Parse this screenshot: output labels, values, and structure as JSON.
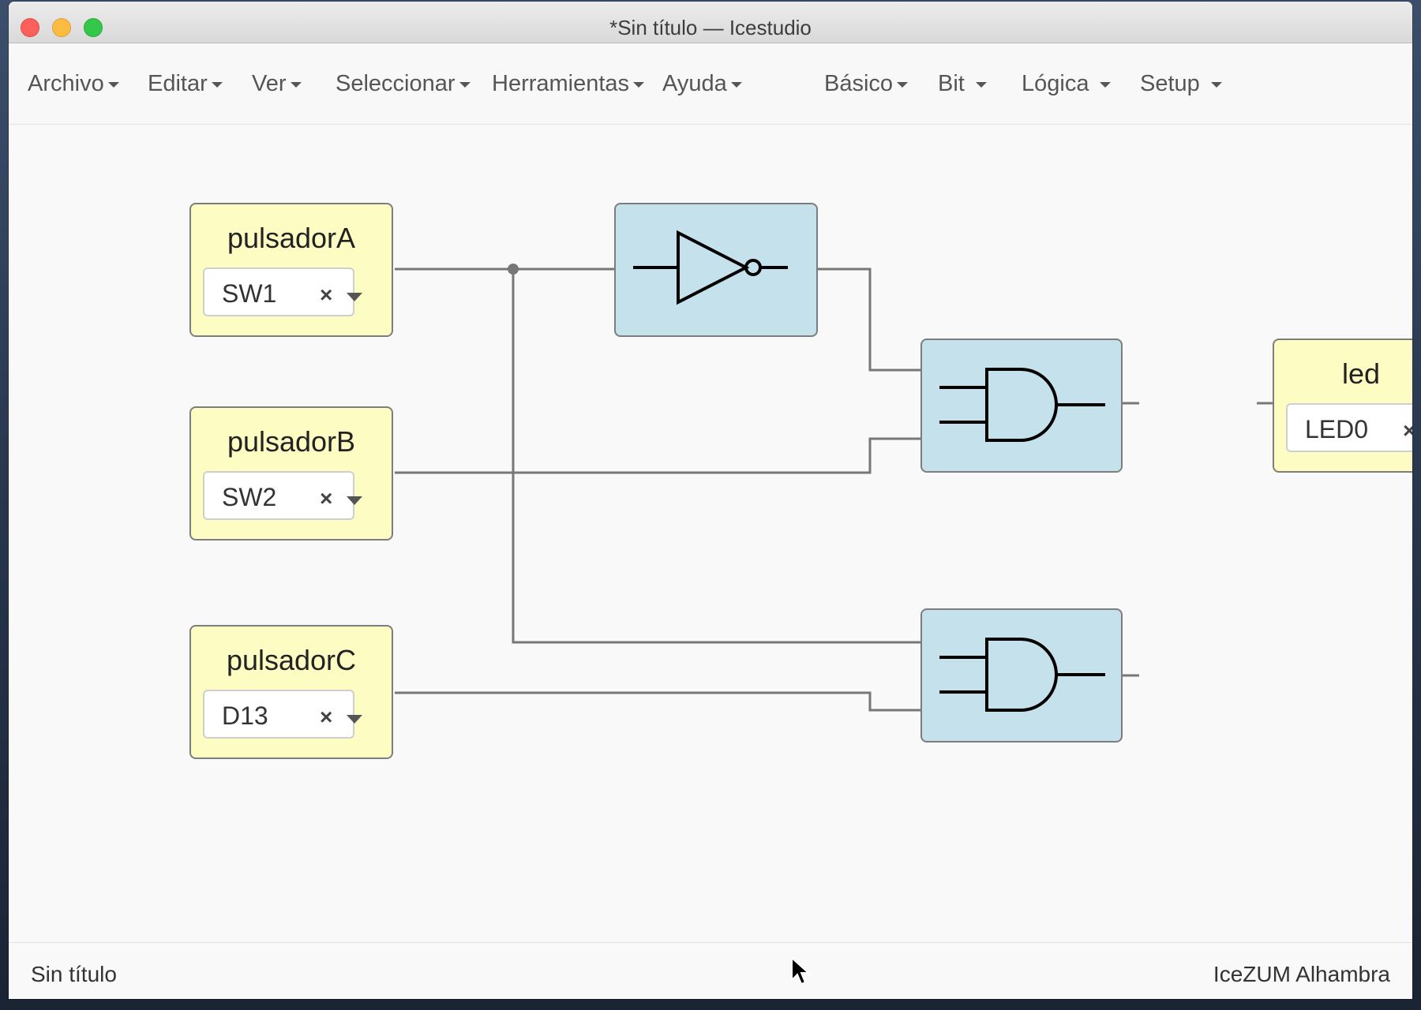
{
  "window": {
    "title": "*Sin título — Icestudio"
  },
  "menu": {
    "archivo": "Archivo",
    "editar": "Editar",
    "ver": "Ver",
    "seleccionar": "Seleccionar",
    "herramientas": "Herramientas",
    "ayuda": "Ayuda",
    "basico": "Básico",
    "bit": "Bit",
    "logica": "Lógica",
    "setup": "Setup"
  },
  "blocks": {
    "inputA": {
      "label": "pulsadorA",
      "pin": "SW1"
    },
    "inputB": {
      "label": "pulsadorB",
      "pin": "SW2"
    },
    "inputC": {
      "label": "pulsadorC",
      "pin": "D13"
    },
    "output": {
      "label": "led",
      "pin": "LED0"
    },
    "clear_symbol": "×"
  },
  "colors": {
    "input_block": "#fcfcc3",
    "gate_block": "#c5e1ec",
    "wire": "#777777"
  },
  "icons": {
    "not_gate": "not-gate-icon",
    "and_gate": "and-gate-icon",
    "cursor": "mouse-pointer-icon"
  },
  "status": {
    "filename": "Sin título",
    "board": "IceZUM Alhambra"
  }
}
